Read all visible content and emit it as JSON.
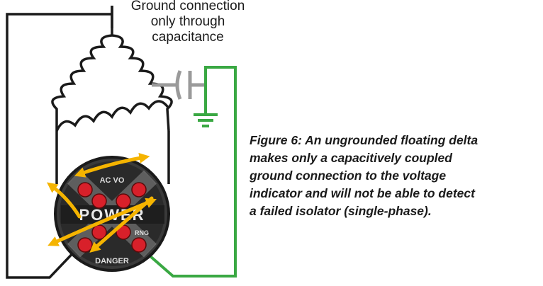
{
  "label": {
    "lines": [
      "Ground connection",
      "only through",
      "capacitance"
    ]
  },
  "caption": {
    "lines": [
      "Figure 6: An ungrounded floating delta",
      "makes only a capacitively coupled",
      "ground connection to the voltage",
      "indicator and will not be able to detect",
      "a failed isolator (single-phase)."
    ]
  },
  "device": {
    "brand": "POWER",
    "warning": "DANGER",
    "marking_top": "AC VO",
    "marking_right": "RNG"
  },
  "colors": {
    "wire": "#1a1a1a",
    "ground": "#3aa843",
    "capacitor": "#9a9a9a",
    "arrow": "#f5b400",
    "led": "#d8202a",
    "device_body": "#2a2a2a"
  }
}
